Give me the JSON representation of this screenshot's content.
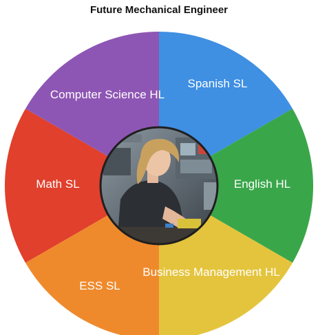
{
  "title": "Future Mechanical Engineer",
  "wheel": {
    "segments": [
      {
        "label": "Spanish SL",
        "color": "#3f8fe3"
      },
      {
        "label": "English HL",
        "color": "#3aa64a"
      },
      {
        "label": "Business Management HL",
        "color": "#e4c43c"
      },
      {
        "label": "ESS SL",
        "color": "#ef8a2c"
      },
      {
        "label": "Math SL",
        "color": "#e0402c"
      },
      {
        "label": "Computer Science HL",
        "color": "#8e56b4"
      }
    ],
    "center_photo": "person-working-with-electronics-photo"
  }
}
